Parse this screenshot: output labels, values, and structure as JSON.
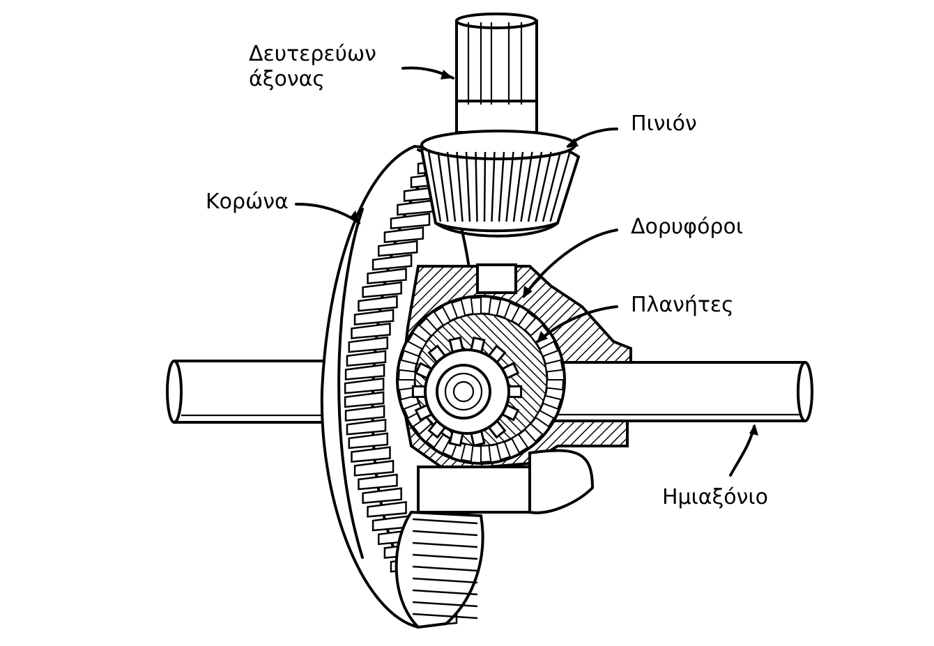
{
  "labels": {
    "secondary_shaft_line1": "Δευτερεύων",
    "secondary_shaft_line2": "άξονας",
    "pinion": "Πινιόν",
    "ring_gear": "Κορώνα",
    "satellites": "Δορυφόροι",
    "planets": "Πλανήτες",
    "half_shaft": "Ημιαξόνιο"
  },
  "icons": {
    "diagram": "differential-gear-cutaway"
  }
}
